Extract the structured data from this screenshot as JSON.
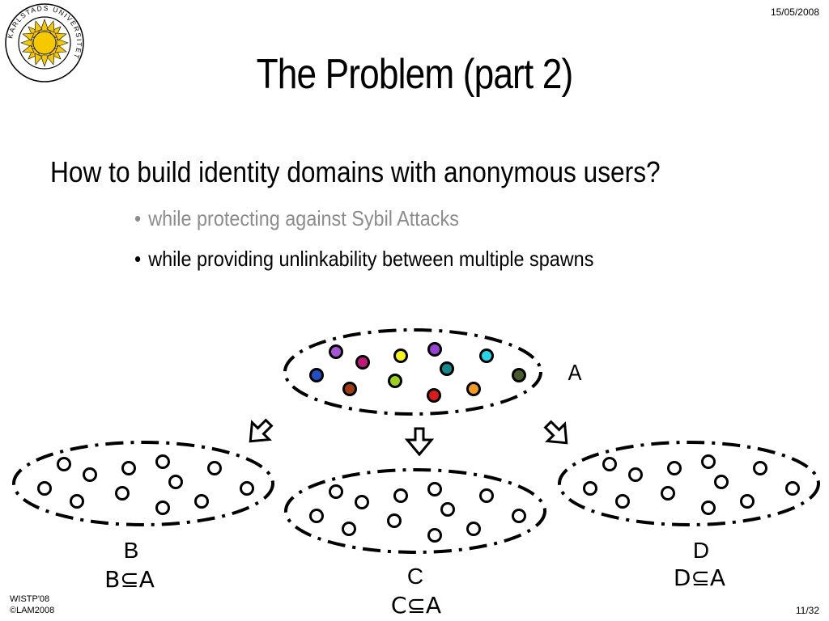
{
  "header": {
    "date": "15/05/2008",
    "logo_text": "KARLSTADS UNIVERSITET"
  },
  "slide": {
    "title": "The Problem (part 2)",
    "question": "How to build identity domains with anonymous users?",
    "bullets": [
      {
        "text": "while protecting against Sybil Attacks",
        "color": "#8c8c8c"
      },
      {
        "text": "while providing unlinkability between multiple spawns",
        "color": "#000000"
      }
    ]
  },
  "diagram": {
    "sets": [
      {
        "id": "A",
        "label": "A"
      },
      {
        "id": "B",
        "label": "B",
        "relation": "B⊆A"
      },
      {
        "id": "C",
        "label": "C",
        "relation": "C⊆A"
      },
      {
        "id": "D",
        "label": "D",
        "relation": "D⊆A"
      }
    ],
    "set_A_member_colors": [
      "#a855d8",
      "#c0187a",
      "#f5f51a",
      "#9b3fd6",
      "#22d8e8",
      "#1e4fc8",
      "#a33a12",
      "#99d11a",
      "#14888a",
      "#e01818",
      "#f59a1a",
      "#4b5a2a"
    ]
  },
  "footer": {
    "conference": "WISTP'08",
    "copyright": "©LAM2008",
    "page": "11/32"
  }
}
